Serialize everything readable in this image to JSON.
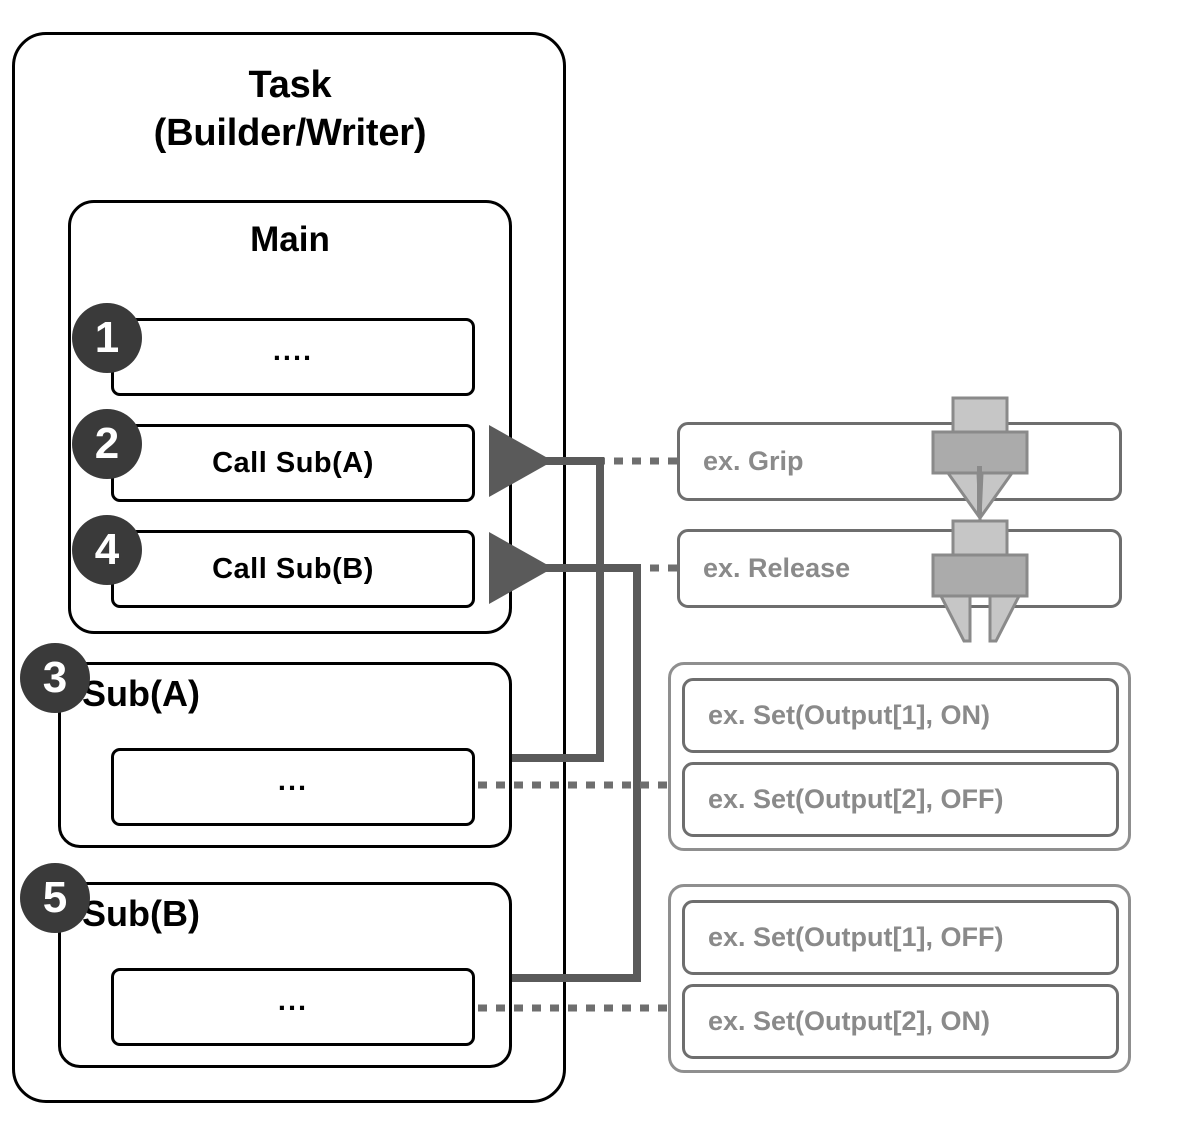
{
  "diagram": {
    "title_line1": "Task",
    "title_line2": "(Builder/Writer)"
  },
  "task": {
    "label": "Task\n(Builder/Writer)",
    "main": {
      "title": "Main",
      "steps": [
        {
          "number": "1",
          "label": "...."
        },
        {
          "number": "2",
          "label": "Call Sub(A)"
        },
        {
          "number": "4",
          "label": "Call Sub(B)"
        }
      ]
    },
    "subroutines": [
      {
        "number": "3",
        "title": "Sub(A)",
        "body_label": "..."
      },
      {
        "number": "5",
        "title": "Sub(B)",
        "body_label": "..."
      }
    ]
  },
  "examples": {
    "grip": {
      "label": "ex. Grip",
      "icon": "gripper-closed-icon"
    },
    "release": {
      "label": "ex. Release",
      "icon": "gripper-open-icon"
    },
    "group_sub_a": {
      "items": [
        {
          "label": "ex. Set(Output[1], ON)"
        },
        {
          "label": "ex. Set(Output[2], OFF)"
        }
      ]
    },
    "group_sub_b": {
      "items": [
        {
          "label": "ex. Set(Output[1], OFF)"
        },
        {
          "label": "ex. Set(Output[2], ON)"
        }
      ]
    }
  },
  "colors": {
    "outline_black": "#000000",
    "outline_gray": "#6e6e6e",
    "group_gray": "#8f8f8f",
    "text_gray": "#8a8a8a",
    "badge_fill": "#3a3a3a",
    "badge_text": "#ffffff",
    "connector": "#5a5a5a",
    "gripper_light": "#c2c2c2",
    "gripper_dark": "#a8a8a8",
    "gripper_stroke": "#8a8a8a",
    "background": "#ffffff"
  }
}
